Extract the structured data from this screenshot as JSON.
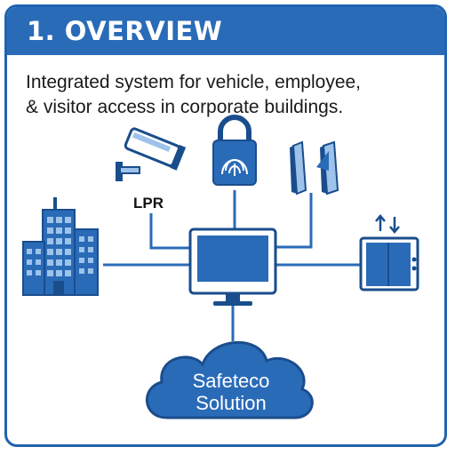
{
  "header": {
    "title": "1. OVERVIEW"
  },
  "description": {
    "line1": "Integrated system for vehicle, employee,",
    "line2": "& visitor access in corporate buildings."
  },
  "diagram": {
    "lpr_label": "LPR",
    "cloud_line1": "Safeteco",
    "cloud_line2": "Solution"
  },
  "colors": {
    "primary": "#2a6bb8",
    "dark": "#1a4d8c",
    "light": "#9ec3ea",
    "line": "#2a6bb8"
  }
}
